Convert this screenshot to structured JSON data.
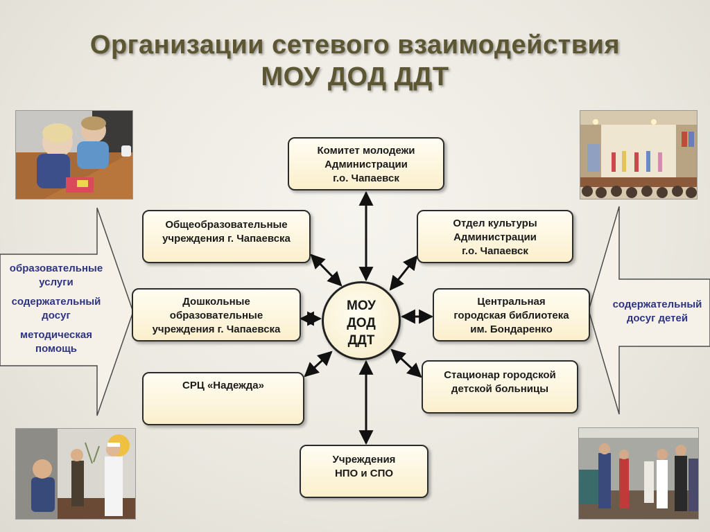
{
  "title": {
    "line1": "Организации сетевого взаимодействия",
    "line2": "МОУ ДОД ДДТ"
  },
  "center": {
    "lines": [
      "МОУ",
      "ДОД",
      "ДДТ"
    ]
  },
  "nodes": {
    "youth_committee": [
      "Комитет молодежи",
      "Администрации",
      "г.о. Чапаевск"
    ],
    "general_schools": [
      "Общеобразовательные",
      "учреждения г. Чапаевска"
    ],
    "culture_dept": [
      "Отдел культуры",
      "Администрации",
      "г.о. Чапаевск"
    ],
    "preschools": [
      "Дошкольные",
      "образовательные",
      "учреждения г. Чапаевска"
    ],
    "library": [
      "Центральная",
      "городская библиотека",
      "им. Бондаренко"
    ],
    "src_nadezhda": [
      "СРЦ «Надежда»"
    ],
    "hospital": [
      "Стационар городской",
      "детской больницы"
    ],
    "npo_spo": [
      "Учреждения",
      "НПО и СПО"
    ]
  },
  "left_callout": [
    "образовательные",
    "услуги",
    "содержательный",
    "досуг",
    "методическая",
    "помощь"
  ],
  "right_callout": [
    "содержательный",
    "досуг детей"
  ],
  "colors": {
    "title": "#5c5633",
    "callout_text": "#2e3480",
    "box_fill": "#fbefcc",
    "outline": "#2b2b2b"
  }
}
